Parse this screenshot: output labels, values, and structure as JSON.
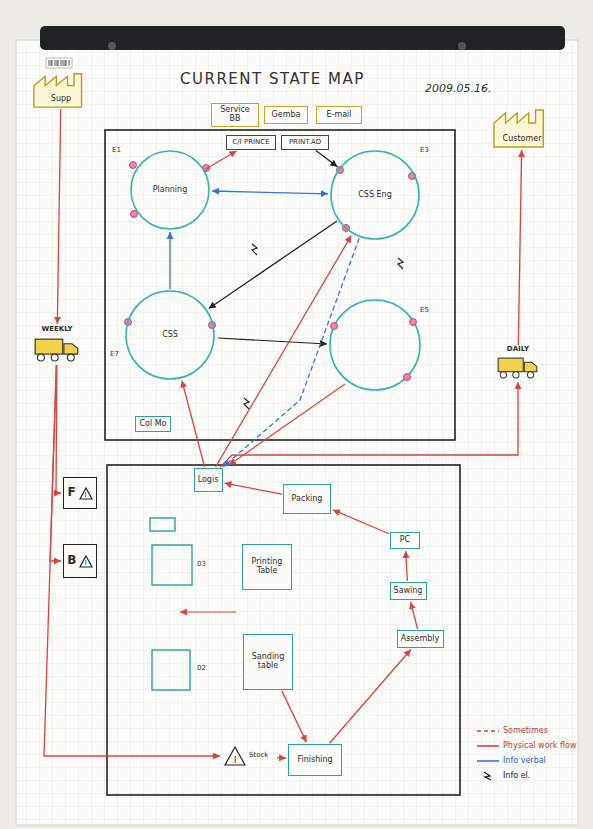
{
  "diagram": {
    "title": "CURRENT STATE MAP",
    "nodes": [
      {
        "text": [
          "Supp"
        ]
      },
      {
        "text": [
          "Customer"
        ]
      },
      {
        "text": [
          "Service BB"
        ]
      },
      {
        "text": [
          "Gemba"
        ]
      },
      {
        "text": [
          "E-mail"
        ]
      },
      {
        "text": [
          "C/I PRINCE"
        ]
      },
      {
        "text": [
          "PRINT.AD"
        ]
      },
      {
        "text": [
          "Planning"
        ]
      },
      {
        "text": [
          "CSS Eng"
        ]
      },
      {
        "text": [
          "CSS"
        ]
      },
      {
        "text": [
          "Col Mo"
        ]
      },
      {
        "text": [
          "WEEKLY"
        ]
      },
      {
        "text": [
          "DAILY"
        ]
      },
      {
        "text": [
          "F",
          "I"
        ]
      },
      {
        "text": [
          "B",
          "I"
        ]
      },
      {
        "text": [
          "Logis"
        ]
      },
      {
        "text": [
          "Packing"
        ]
      },
      {
        "text": [
          "Printing Table"
        ]
      },
      {
        "text": [
          "Sanding table"
        ]
      },
      {
        "text": [
          "PC"
        ]
      },
      {
        "text": [
          "Sawing"
        ]
      },
      {
        "text": [
          "Assembly"
        ]
      },
      {
        "text": [
          "I",
          "Stock"
        ]
      },
      {
        "text": [
          "Finishing"
        ]
      }
    ],
    "edges": [
      {
        "from": 0,
        "to": 11,
        "arrow": "to"
      },
      {
        "from": 11,
        "to": 13,
        "arrow": "to"
      },
      {
        "from": 11,
        "to": 14,
        "arrow": "to"
      },
      {
        "from": 11,
        "to": 22,
        "arrow": "to"
      },
      {
        "from": 15,
        "to": 12,
        "arrow": "to"
      },
      {
        "from": 12,
        "to": 1,
        "arrow": "to"
      },
      {
        "from": 16,
        "to": 15,
        "arrow": "to"
      },
      {
        "from": 19,
        "to": 16,
        "arrow": "to"
      },
      {
        "from": 20,
        "to": 19,
        "arrow": "to"
      },
      {
        "from": 21,
        "to": 20,
        "arrow": "to"
      },
      {
        "from": 23,
        "to": 21,
        "arrow": "to"
      },
      {
        "from": 22,
        "to": 23,
        "arrow": "to"
      },
      {
        "from": 18,
        "to": 23,
        "arrow": "to"
      },
      {
        "from": 7,
        "to": 8,
        "arrow": "both"
      },
      {
        "from": 9,
        "to": 7,
        "arrow": "to"
      },
      {
        "from": 8,
        "to": 9,
        "arrow": "to"
      },
      {
        "from": 15,
        "to": 9,
        "arrow": "to"
      },
      {
        "from": 15,
        "to": 8,
        "arrow": "to"
      },
      {
        "from": 8,
        "to": 15,
        "arrow": "to"
      },
      {
        "from": 7,
        "to": 5,
        "arrow": "to"
      },
      {
        "from": 6,
        "to": 8,
        "arrow": "to"
      }
    ],
    "labels": [
      "2009.05.16.",
      "E1",
      "E3",
      "E5",
      "E7",
      "03",
      "02"
    ],
    "legend": [
      {
        "text": "Sometimes"
      },
      {
        "text": "Physical work flow"
      },
      {
        "text": "Info verbal"
      },
      {
        "text": "Info el."
      }
    ]
  }
}
